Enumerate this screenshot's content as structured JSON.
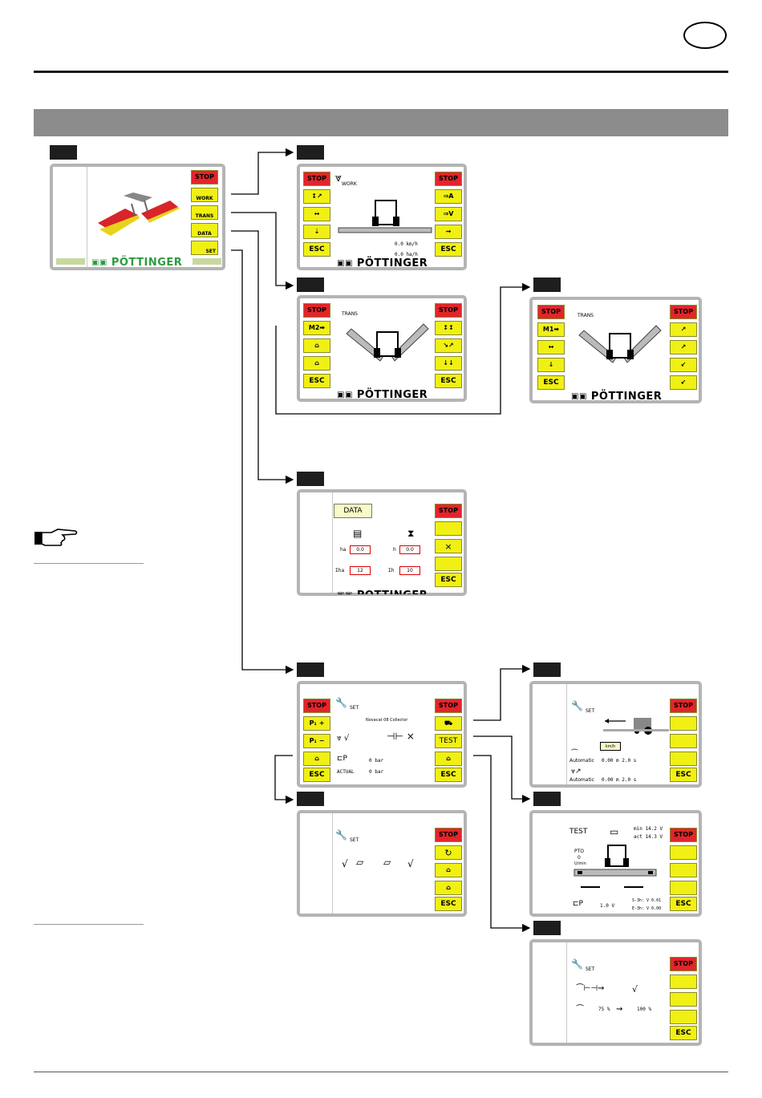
{
  "brand": "PÖTTINGER",
  "screens": {
    "main": {
      "buttons": [
        "STOP",
        "WORK",
        "TRANS",
        "DATA",
        "SET"
      ]
    },
    "work": {
      "header": "WORK",
      "left": [
        "STOP",
        "ESC"
      ],
      "right": [
        "STOP",
        "ESC"
      ],
      "speed": "0.0 km/h",
      "area": "0.0 ha/h"
    },
    "trans1": {
      "header": "TRANS",
      "left": [
        "STOP",
        "M2➡",
        "ESC"
      ],
      "right": [
        "STOP",
        "ESC"
      ]
    },
    "trans2": {
      "header": "TRANS",
      "left": [
        "STOP",
        "M1➡",
        "ESC"
      ],
      "right": [
        "STOP"
      ]
    },
    "data": {
      "title": "DATA",
      "ha_label": "ha",
      "ha": "0.0",
      "h_label": "h",
      "h": "0.0",
      "sum_ha_label": "Σha",
      "sum_ha": "12",
      "sum_h_label": "Σh",
      "sum_h": "10",
      "right": [
        "STOP",
        "×",
        "ESC"
      ]
    },
    "set": {
      "header": "SET",
      "model": "Novacat 08 Collector",
      "pressure": "0 bar",
      "actual_label": "ACTUAL",
      "actual": "0 bar",
      "left": [
        "STOP",
        "P₁ +",
        "P₁ −",
        "ESC"
      ],
      "right": [
        "STOP",
        "TEST",
        "ESC"
      ]
    },
    "set_sub": {
      "header": "SET",
      "right": [
        "STOP",
        "↻",
        "ESC"
      ]
    },
    "set_auto": {
      "header": "SET",
      "kmh": "km/h",
      "auto1_label": "Automatic",
      "auto1": "0.00 m   2.0 s",
      "auto2_label": "Automatic",
      "auto2": "0.00 m   2.0 s",
      "right": [
        "STOP",
        "ESC"
      ]
    },
    "test": {
      "title": "TEST",
      "min": "min 14.2 V",
      "act": "act 14.3 V",
      "pto": "PTO",
      "pto_val": "0",
      "rpm": "U/min",
      "p1": "1.0 V",
      "s1": "S-3h: V  0.01",
      "s2": "E-3h: V  0.00",
      "right": [
        "STOP",
        "ESC"
      ]
    },
    "set_pct": {
      "header": "SET",
      "pct1": "75 %",
      "pct2": "100 %",
      "right": [
        "STOP",
        "ESC"
      ]
    }
  }
}
